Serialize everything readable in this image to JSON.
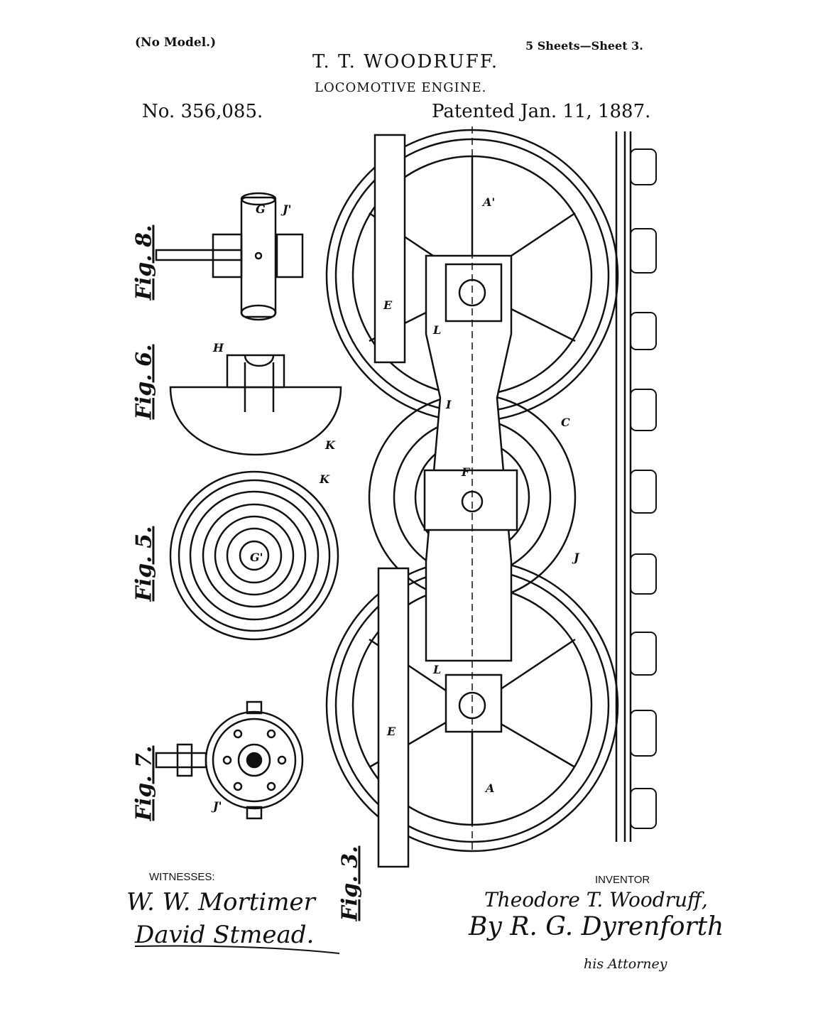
{
  "header": {
    "no_model": "(No Model.)",
    "sheets": "5 Sheets—Sheet 3.",
    "inventor_name": "T. T. WOODRUFF.",
    "invention": "LOCOMOTIVE ENGINE.",
    "patent_no": "No. 356,085.",
    "patent_date": "Patented Jan. 11, 1887."
  },
  "figures": {
    "fig8": "Fig. 8.",
    "fig6": "Fig. 6.",
    "fig5": "Fig. 5.",
    "fig7": "Fig. 7.",
    "fig3": "Fig. 3."
  },
  "part_labels": {
    "G": "G",
    "J_prime": "J'",
    "H": "H",
    "K": "K",
    "G_prime": "G'",
    "A": "A",
    "A_prime": "A'",
    "E": "E",
    "L": "L",
    "I": "I",
    "F": "F",
    "C": "C",
    "J": "J"
  },
  "footer": {
    "witnesses_label": "WITNESSES:",
    "witness1": "W. W. Mortimer",
    "witness2": "David Stmead.",
    "inventor_label": "INVENTOR",
    "inventor_signature": "Theodore T. Woodruff,",
    "by_attorney": "By R. G. Dyrenforth",
    "attorney_title": "his Attorney"
  },
  "colors": {
    "ink": "#111111",
    "paper": "#ffffff"
  }
}
